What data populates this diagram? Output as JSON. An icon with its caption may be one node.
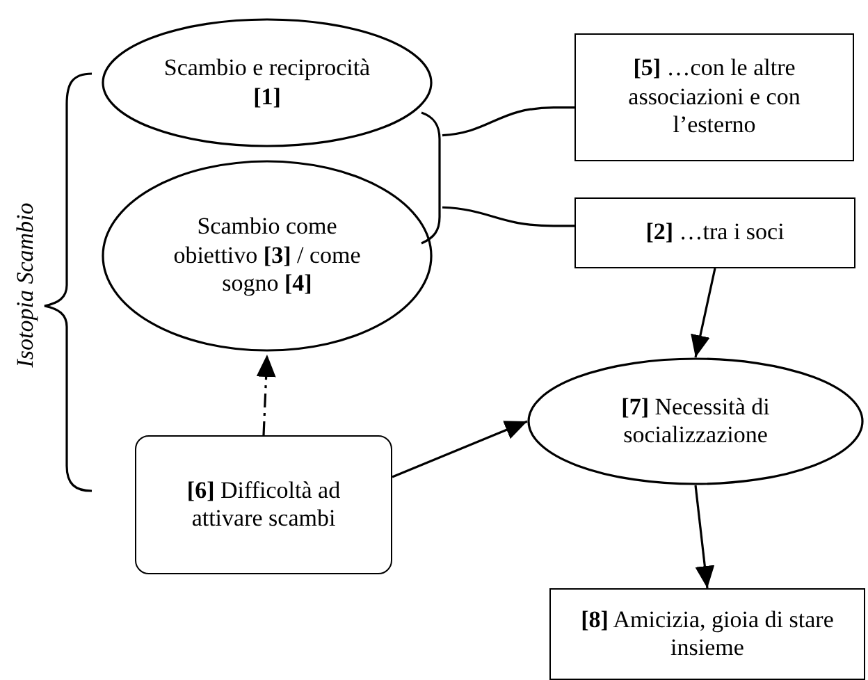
{
  "diagram": {
    "nodes": [
      {
        "text": [
          "Scambio e reciprocità **[1]**"
        ]
      },
      {
        "text": [
          "Scambio come obiettivo **[3]** / come sogno **[4]**"
        ]
      },
      {
        "text": [],
        "shape": "bracket"
      },
      {
        "text": [
          "**[5]** …con le altre associazioni e con l’esterno"
        ]
      },
      {
        "text": [
          "**[2]** …tra i soci"
        ]
      },
      {
        "text": [
          "**[6]** Difficoltà ad attivare scambi"
        ]
      },
      {
        "text": [
          "**[7]** Necessità di socializzazione"
        ]
      },
      {
        "text": [
          "**[8]** Amicizia, gioia di stare insieme"
        ]
      }
    ],
    "edges": [
      {
        "from": 2,
        "to": 3,
        "arrow": "none"
      },
      {
        "from": 2,
        "to": 4,
        "arrow": "none"
      },
      {
        "from": 5,
        "to": 1,
        "arrow": "to",
        "style": "dashed"
      },
      {
        "from": 5,
        "to": 6,
        "arrow": "to"
      },
      {
        "from": 4,
        "to": 6,
        "arrow": "to"
      },
      {
        "from": 6,
        "to": 7,
        "arrow": "to"
      }
    ],
    "labels": [
      "Isotopia Scambio"
    ]
  }
}
